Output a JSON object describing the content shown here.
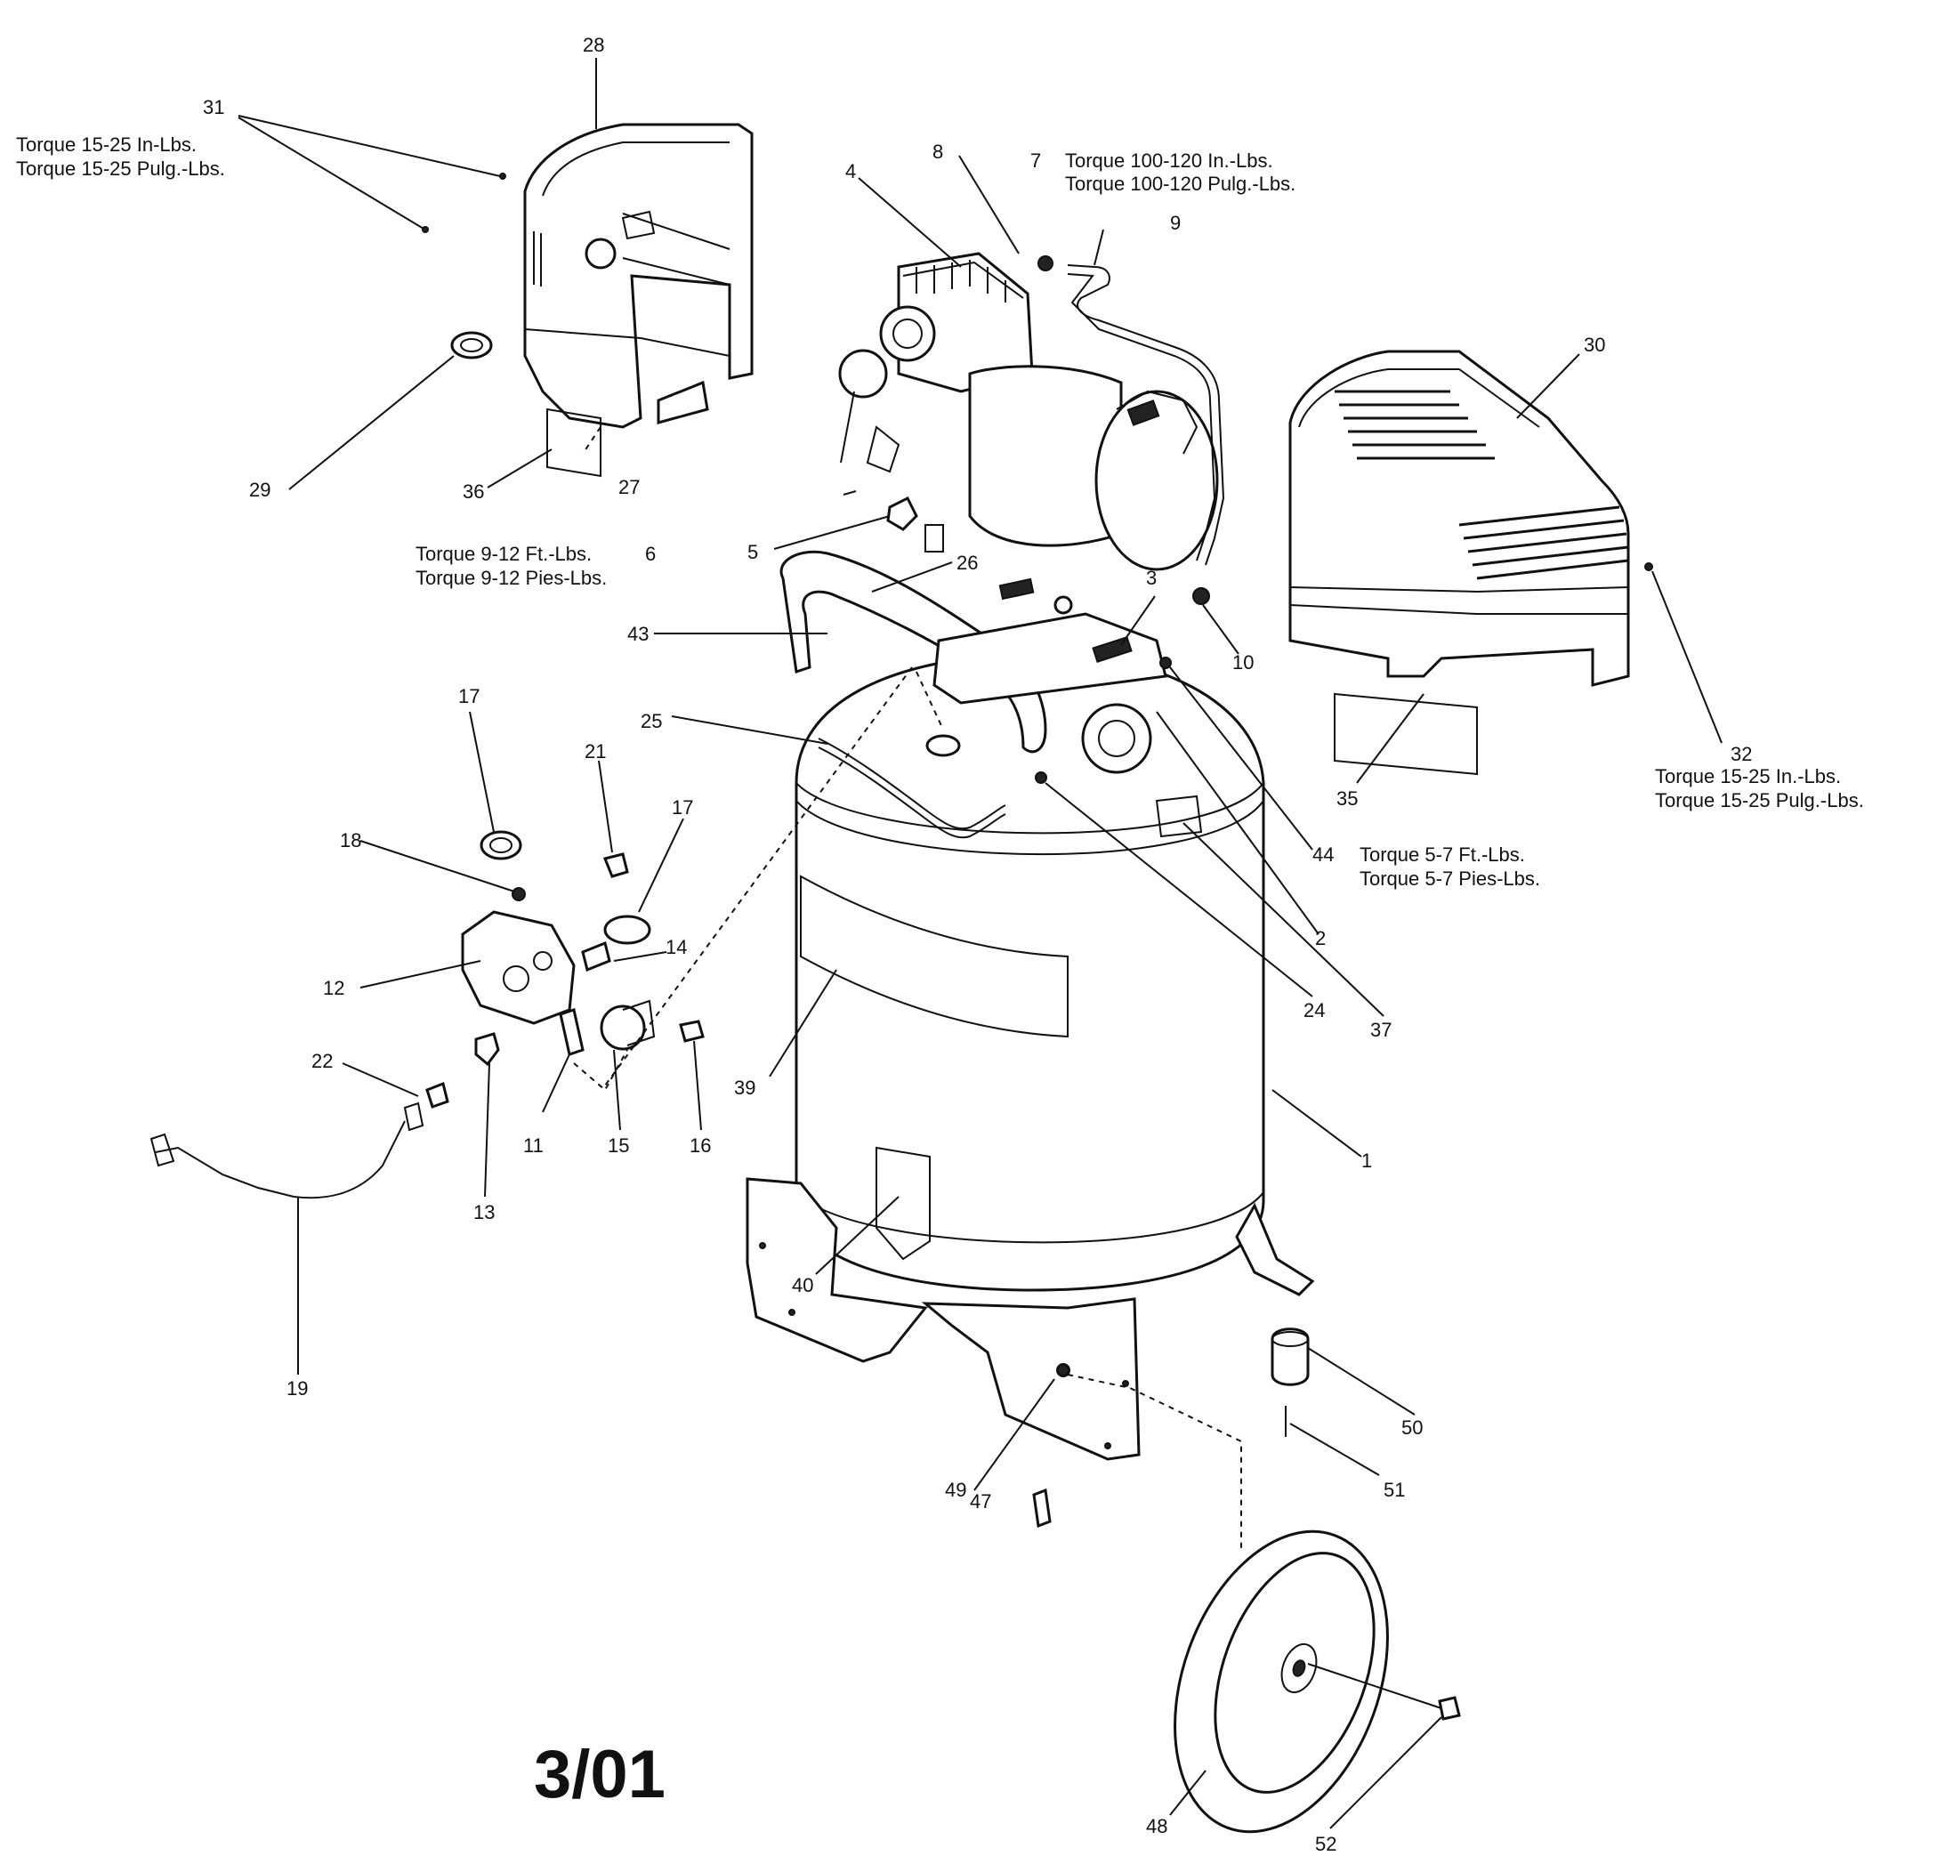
{
  "callouts": [
    "1",
    "2",
    "3",
    "4",
    "5",
    "7",
    "8",
    "9",
    "10",
    "11",
    "12",
    "13",
    "14",
    "15",
    "16",
    "17",
    "17",
    "18",
    "19",
    "21",
    "22",
    "24",
    "25",
    "26",
    "27",
    "28",
    "29",
    "30",
    "31",
    "32",
    "35",
    "36",
    "37",
    "39",
    "40",
    "43",
    "44",
    "47",
    "48",
    "49",
    "50",
    "51",
    "52"
  ],
  "torque_notes": {
    "t31_in": "Torque 15-25 In-Lbs.",
    "t31_pulg": "Torque 15-25 Pulg.-Lbs.",
    "t7_in": "Torque 100-120 In.-Lbs.",
    "t7_pulg": "Torque 100-120 Pulg.-Lbs.",
    "t6_ft": "Torque 9-12 Ft.-Lbs.",
    "t6_num": "6",
    "t6_pies": "Torque 9-12 Pies-Lbs.",
    "t32_in": "Torque 15-25 In.-Lbs.",
    "t32_pulg": "Torque 15-25 Pulg.-Lbs.",
    "t44_ft": "Torque 5-7 Ft.-Lbs.",
    "t44_pies": "Torque 5-7 Pies-Lbs."
  },
  "date_code": "3/01"
}
